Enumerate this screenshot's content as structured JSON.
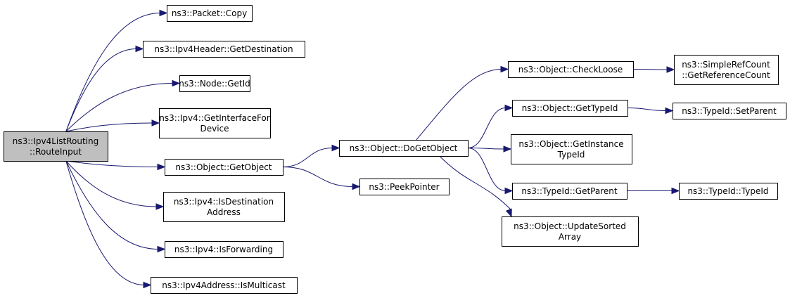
{
  "nodes": {
    "route_input": [
      "ns3::Ipv4ListRouting",
      "::RouteInput"
    ],
    "packet_copy": [
      "ns3::Packet::Copy"
    ],
    "get_destination": [
      "ns3::Ipv4Header::GetDestination"
    ],
    "node_getid": [
      "ns3::Node::GetId"
    ],
    "get_interface_for_device": [
      "ns3::Ipv4::GetInterfaceFor",
      "Device"
    ],
    "get_object": [
      "ns3::Object::GetObject"
    ],
    "is_destination_address": [
      "ns3::Ipv4::IsDestination",
      "Address"
    ],
    "is_forwarding": [
      "ns3::Ipv4::IsForwarding"
    ],
    "is_multicast": [
      "ns3::Ipv4Address::IsMulticast"
    ],
    "do_get_object": [
      "ns3::Object::DoGetObject"
    ],
    "peek_pointer": [
      "ns3::PeekPointer"
    ],
    "check_loose": [
      "ns3::Object::CheckLoose"
    ],
    "get_type_id": [
      "ns3::Object::GetTypeId"
    ],
    "get_instance_type_id": [
      "ns3::Object::GetInstance",
      "TypeId"
    ],
    "typeid_get_parent": [
      "ns3::TypeId::GetParent"
    ],
    "update_sorted_array": [
      "ns3::Object::UpdateSorted",
      "Array"
    ],
    "simple_ref_count": [
      "ns3::SimpleRefCount",
      "::GetReferenceCount"
    ],
    "typeid_set_parent": [
      "ns3::TypeId::SetParent"
    ],
    "typeid_typeid": [
      "ns3::TypeId::TypeId"
    ]
  },
  "edges": [
    [
      "route_input",
      "packet_copy"
    ],
    [
      "route_input",
      "get_destination"
    ],
    [
      "route_input",
      "node_getid"
    ],
    [
      "route_input",
      "get_interface_for_device"
    ],
    [
      "route_input",
      "get_object"
    ],
    [
      "route_input",
      "is_destination_address"
    ],
    [
      "route_input",
      "is_forwarding"
    ],
    [
      "route_input",
      "is_multicast"
    ],
    [
      "get_object",
      "do_get_object"
    ],
    [
      "get_object",
      "peek_pointer"
    ],
    [
      "do_get_object",
      "check_loose"
    ],
    [
      "do_get_object",
      "get_type_id"
    ],
    [
      "do_get_object",
      "get_instance_type_id"
    ],
    [
      "do_get_object",
      "typeid_get_parent"
    ],
    [
      "do_get_object",
      "update_sorted_array"
    ],
    [
      "check_loose",
      "simple_ref_count"
    ],
    [
      "get_type_id",
      "typeid_set_parent"
    ],
    [
      "typeid_get_parent",
      "typeid_typeid"
    ]
  ],
  "colors": {
    "edge": "#191970",
    "root_fill": "#bfbfbf",
    "node_fill": "#ffffff",
    "node_border": "#000000"
  }
}
